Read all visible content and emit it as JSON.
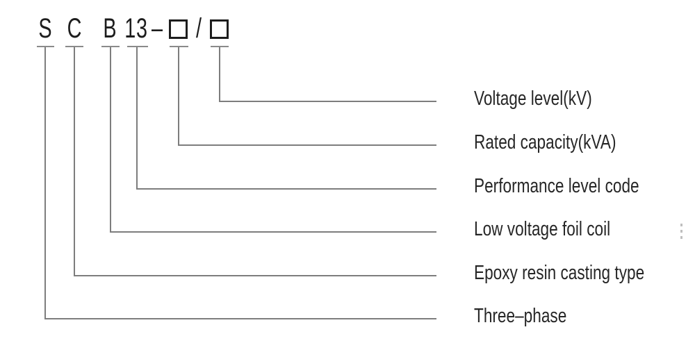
{
  "code": {
    "segments": [
      {
        "symbol": "S",
        "meaning": "Three–phase"
      },
      {
        "symbol": "C",
        "meaning": "Epoxy resin casting type"
      },
      {
        "symbol": "B",
        "meaning": "Low voltage foil coil"
      },
      {
        "symbol": "13",
        "meaning": "Performance level code"
      },
      {
        "symbol": "□",
        "meaning": "Rated capacity(kVA)"
      },
      {
        "symbol": "□",
        "meaning": "Voltage level(kV)"
      }
    ],
    "dash": "–",
    "slash": "/"
  },
  "colors": {
    "background": "#ffffff",
    "code_text": "#1d1d1d",
    "label_text": "#262626",
    "connector_line": "#7d7d7d",
    "tick_bar": "#8a8a8a",
    "ellipsis_mark": "#bfbfbf"
  }
}
